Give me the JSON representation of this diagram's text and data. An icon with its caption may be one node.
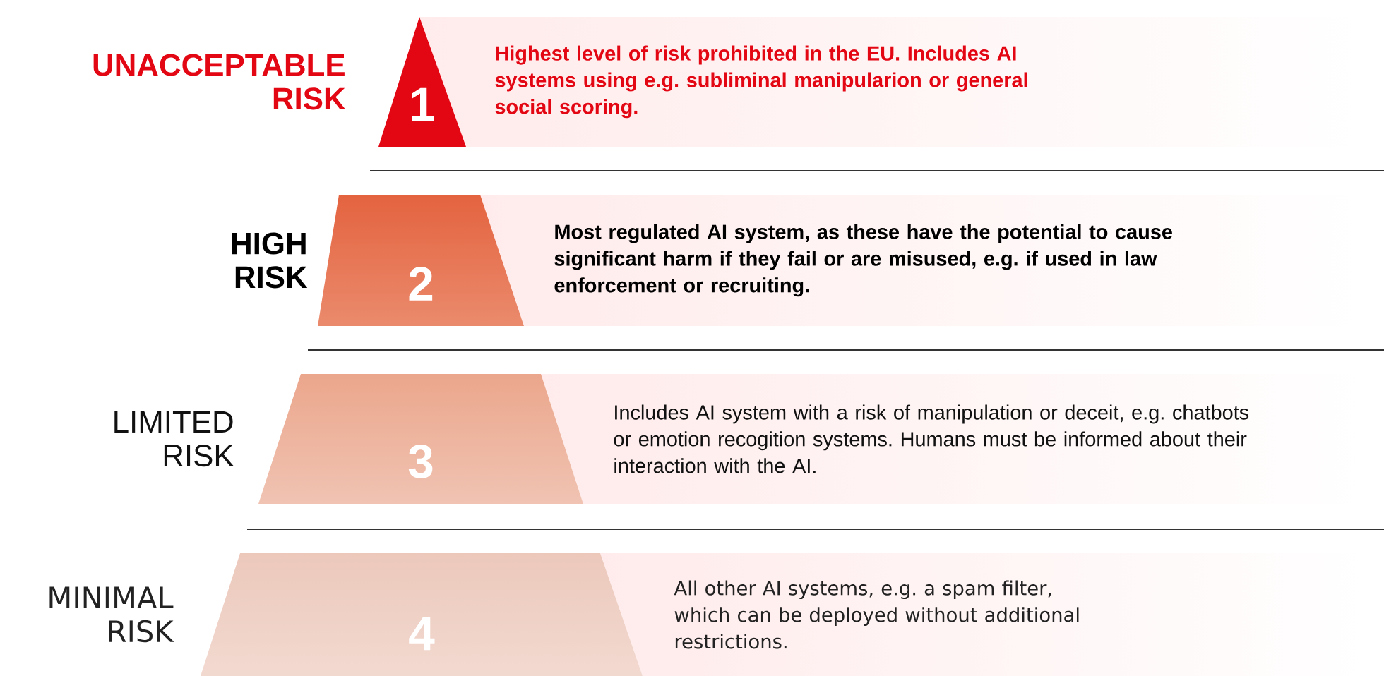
{
  "diagram": {
    "nodes": [
      {
        "text": [
          "1"
        ]
      },
      {
        "text": [
          "Highest level of risk prohibited in the EU. Includes AI systems using e.g. subliminal manipularion or general social scoring."
        ]
      },
      {
        "text": [
          "2"
        ]
      },
      {
        "text": [
          "Most regulated AI system, as these have the potential to cause significant harm if they fail or are misused, e.g. if used in law enforcement or recruiting."
        ]
      },
      {
        "text": [
          "3"
        ]
      },
      {
        "text": [
          "Includes AI system with a risk of manipulation or deceit, e.g. chatbots or emotion recogition systems. Humans must be informed about their interaction with the AI."
        ]
      },
      {
        "text": [
          "4"
        ]
      },
      {
        "text": [
          "All other AI systems, e.g. a spam filter, which can be deployed without additional restrictions."
        ]
      }
    ],
    "labels": [
      "UNACCEPTABLE RISK",
      "HIGH RISK",
      "LIMITED RISK",
      "MINIMAL RISK"
    ]
  }
}
